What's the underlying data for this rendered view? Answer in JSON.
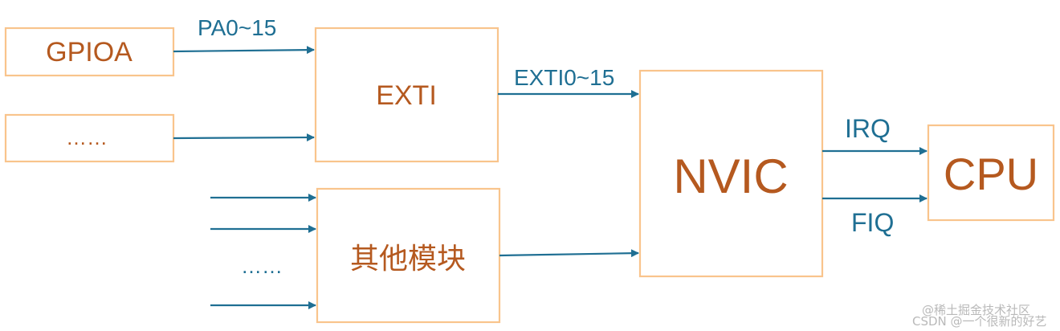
{
  "diagram": {
    "blocks": {
      "gpioa": "GPIOA",
      "other_port": "……",
      "exti": "EXTI",
      "other_modules": "其他模块",
      "nvic": "NVIC",
      "cpu": "CPU"
    },
    "signals": {
      "pa": "PA0~15",
      "exti_lines": "EXTI0~15",
      "irq": "IRQ",
      "fiq": "FIQ"
    },
    "input_ellipsis": "……",
    "watermark": {
      "line1": "@稀土掘金技术社区",
      "line2": "CSDN @一个很新的好艺"
    },
    "colors": {
      "box_border": "#f9c48c",
      "block_text": "#b5591f",
      "signal": "#1f6f93",
      "watermark": "#b9b9b9"
    }
  }
}
